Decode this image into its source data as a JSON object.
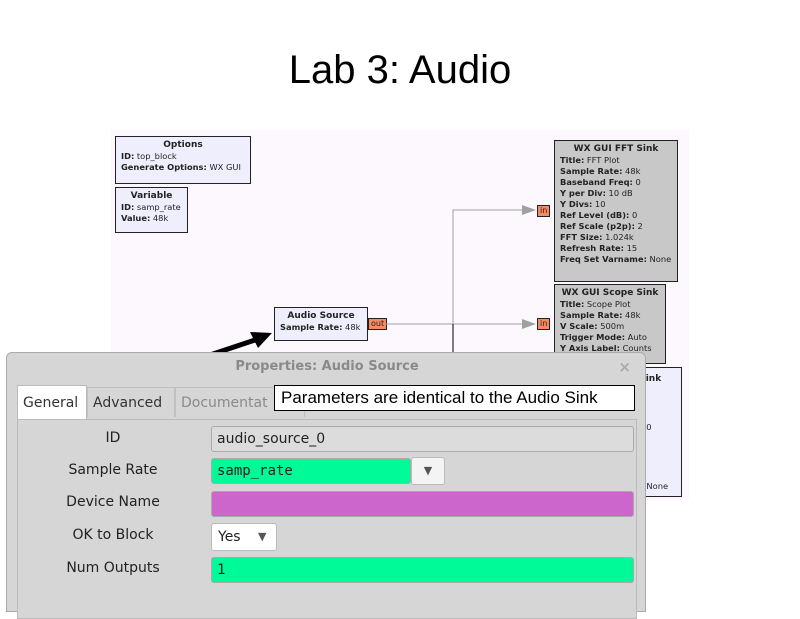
{
  "slide": {
    "title": "Lab 3: Audio"
  },
  "canvas": {
    "options_block": {
      "title": "Options",
      "rows": [
        {
          "k": "ID:",
          "v": " top_block"
        },
        {
          "k": "Generate Options:",
          "v": " WX GUI"
        }
      ]
    },
    "variable_block": {
      "title": "Variable",
      "rows": [
        {
          "k": "ID:",
          "v": " samp_rate"
        },
        {
          "k": "Value:",
          "v": " 48k"
        }
      ]
    },
    "audio_source_block": {
      "title": "Audio Source",
      "rows": [
        {
          "k": "Sample Rate:",
          "v": " 48k"
        }
      ],
      "out_port": "out"
    },
    "fft_sink_block": {
      "title": "WX GUI FFT Sink",
      "in_port": "in",
      "rows": [
        {
          "k": "Title:",
          "v": " FFT Plot"
        },
        {
          "k": "Sample Rate:",
          "v": " 48k"
        },
        {
          "k": "Baseband Freq:",
          "v": " 0"
        },
        {
          "k": "Y per Div:",
          "v": " 10 dB"
        },
        {
          "k": "Y Divs:",
          "v": " 10"
        },
        {
          "k": "Ref Level (dB):",
          "v": " 0"
        },
        {
          "k": "Ref Scale (p2p):",
          "v": " 2"
        },
        {
          "k": "FFT Size:",
          "v": " 1.024k"
        },
        {
          "k": "Refresh Rate:",
          "v": " 15"
        },
        {
          "k": "Freq Set Varname:",
          "v": " None"
        }
      ]
    },
    "scope_sink_block": {
      "title": "WX GUI Scope Sink",
      "in_port": "in",
      "rows": [
        {
          "k": "Title:",
          "v": " Scope Plot"
        },
        {
          "k": "Sample Rate:",
          "v": " 48k"
        },
        {
          "k": "V Scale:",
          "v": " 500m"
        },
        {
          "k": "Trigger Mode:",
          "v": " Auto"
        },
        {
          "k": "Y Axis Label:",
          "v": " Counts"
        }
      ]
    },
    "third_sink_block": {
      "title_fragment": "l Sink",
      "frag1": "00",
      "frag2": "0",
      "frag3": ": None"
    }
  },
  "dialog": {
    "title": "Properties: Audio Source",
    "close_icon": "×",
    "tabs": [
      {
        "label": "General"
      },
      {
        "label": "Advanced"
      },
      {
        "label": "Documentat"
      }
    ],
    "fields": {
      "id": {
        "label": "ID",
        "value": "audio_source_0"
      },
      "sample_rate": {
        "label": "Sample Rate",
        "value": "samp_rate",
        "arrow": "▼"
      },
      "device_name": {
        "label": "Device Name",
        "value": ""
      },
      "ok_to_block": {
        "label": "OK to Block",
        "value": "Yes",
        "arrow": "▼"
      },
      "num_outputs": {
        "label": "Num Outputs",
        "value": "1"
      }
    }
  },
  "callout": {
    "text": "Parameters are identical to the Audio Sink"
  },
  "colors": {
    "port": "#f98962",
    "green_field": "#00fa98",
    "purple_field": "#cc66cc"
  }
}
